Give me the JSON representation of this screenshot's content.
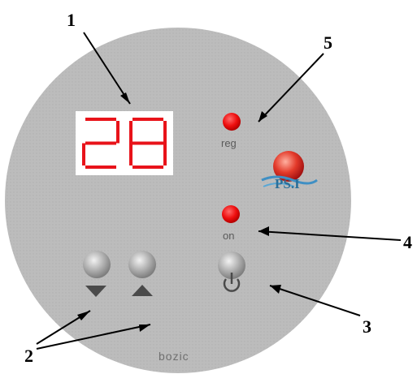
{
  "display": {
    "value": "28",
    "color": "#e8131a"
  },
  "indicators": {
    "reg": {
      "label": "reg",
      "color": "#ee0f0f"
    },
    "on": {
      "label": "on",
      "color": "#ee0f0f"
    }
  },
  "buttons": {
    "down": {
      "icon": "triangle-down-icon"
    },
    "up": {
      "icon": "triangle-up-icon"
    },
    "power": {
      "icon": "power-icon"
    }
  },
  "logo": {
    "text": "PS.I"
  },
  "brand": {
    "text": "bozic"
  },
  "callouts": [
    "1",
    "2",
    "3",
    "4",
    "5"
  ],
  "colors": {
    "panel": "#b9b9b9",
    "button": "#a8a8a8",
    "symbol": "#4a4a4a"
  }
}
